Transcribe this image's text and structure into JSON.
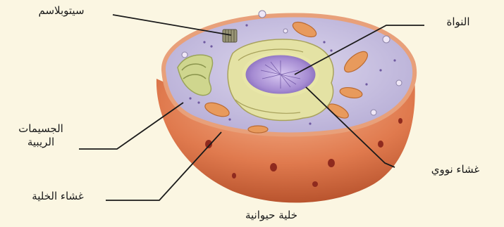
{
  "diagram": {
    "caption": "خلية حيوانية",
    "labels": {
      "cytoplasm": "سيتوبلاسم",
      "nucleus": "النواة",
      "ribosomes_line1": "الجسيمات",
      "ribosomes_line2": "الريبية",
      "nuclear_membrane": "غشاء نووي",
      "cell_membrane": "غشاء الخلية"
    }
  },
  "colors": {
    "background": "#fbf6e2",
    "membrane_side": "#e07a4e",
    "cytoplasm": "#c9c2e0",
    "nucleus_core": "#9b82c8",
    "nuclear_envelope": "#e8e6a8",
    "mitochondria": "#e89a5c",
    "golgi": "#d8dc9a",
    "leader_line": "#1a1a1a"
  }
}
